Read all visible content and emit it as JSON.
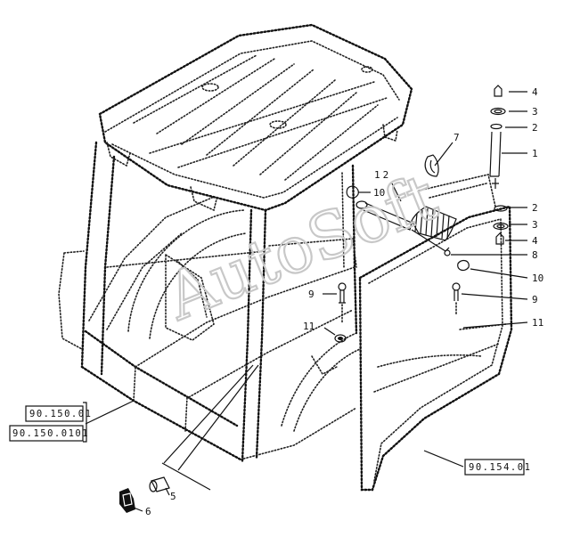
{
  "watermark": "AutoSoft",
  "references": {
    "frame_ref_1": "90.150.01",
    "frame_ref_2": "90.150.0101",
    "door_ref": "90.154.01"
  },
  "callouts": {
    "c1": "1",
    "c2a": "2",
    "c2b": "2",
    "c3a": "3",
    "c3b": "3",
    "c4a": "4",
    "c4b": "4",
    "c5": "5",
    "c6": "6",
    "c7": "7",
    "c8": "8",
    "c9a": "9",
    "c9b": "9",
    "c10a": "10",
    "c10b": "10",
    "c11a": "11",
    "c11b": "11",
    "c12": "12"
  }
}
